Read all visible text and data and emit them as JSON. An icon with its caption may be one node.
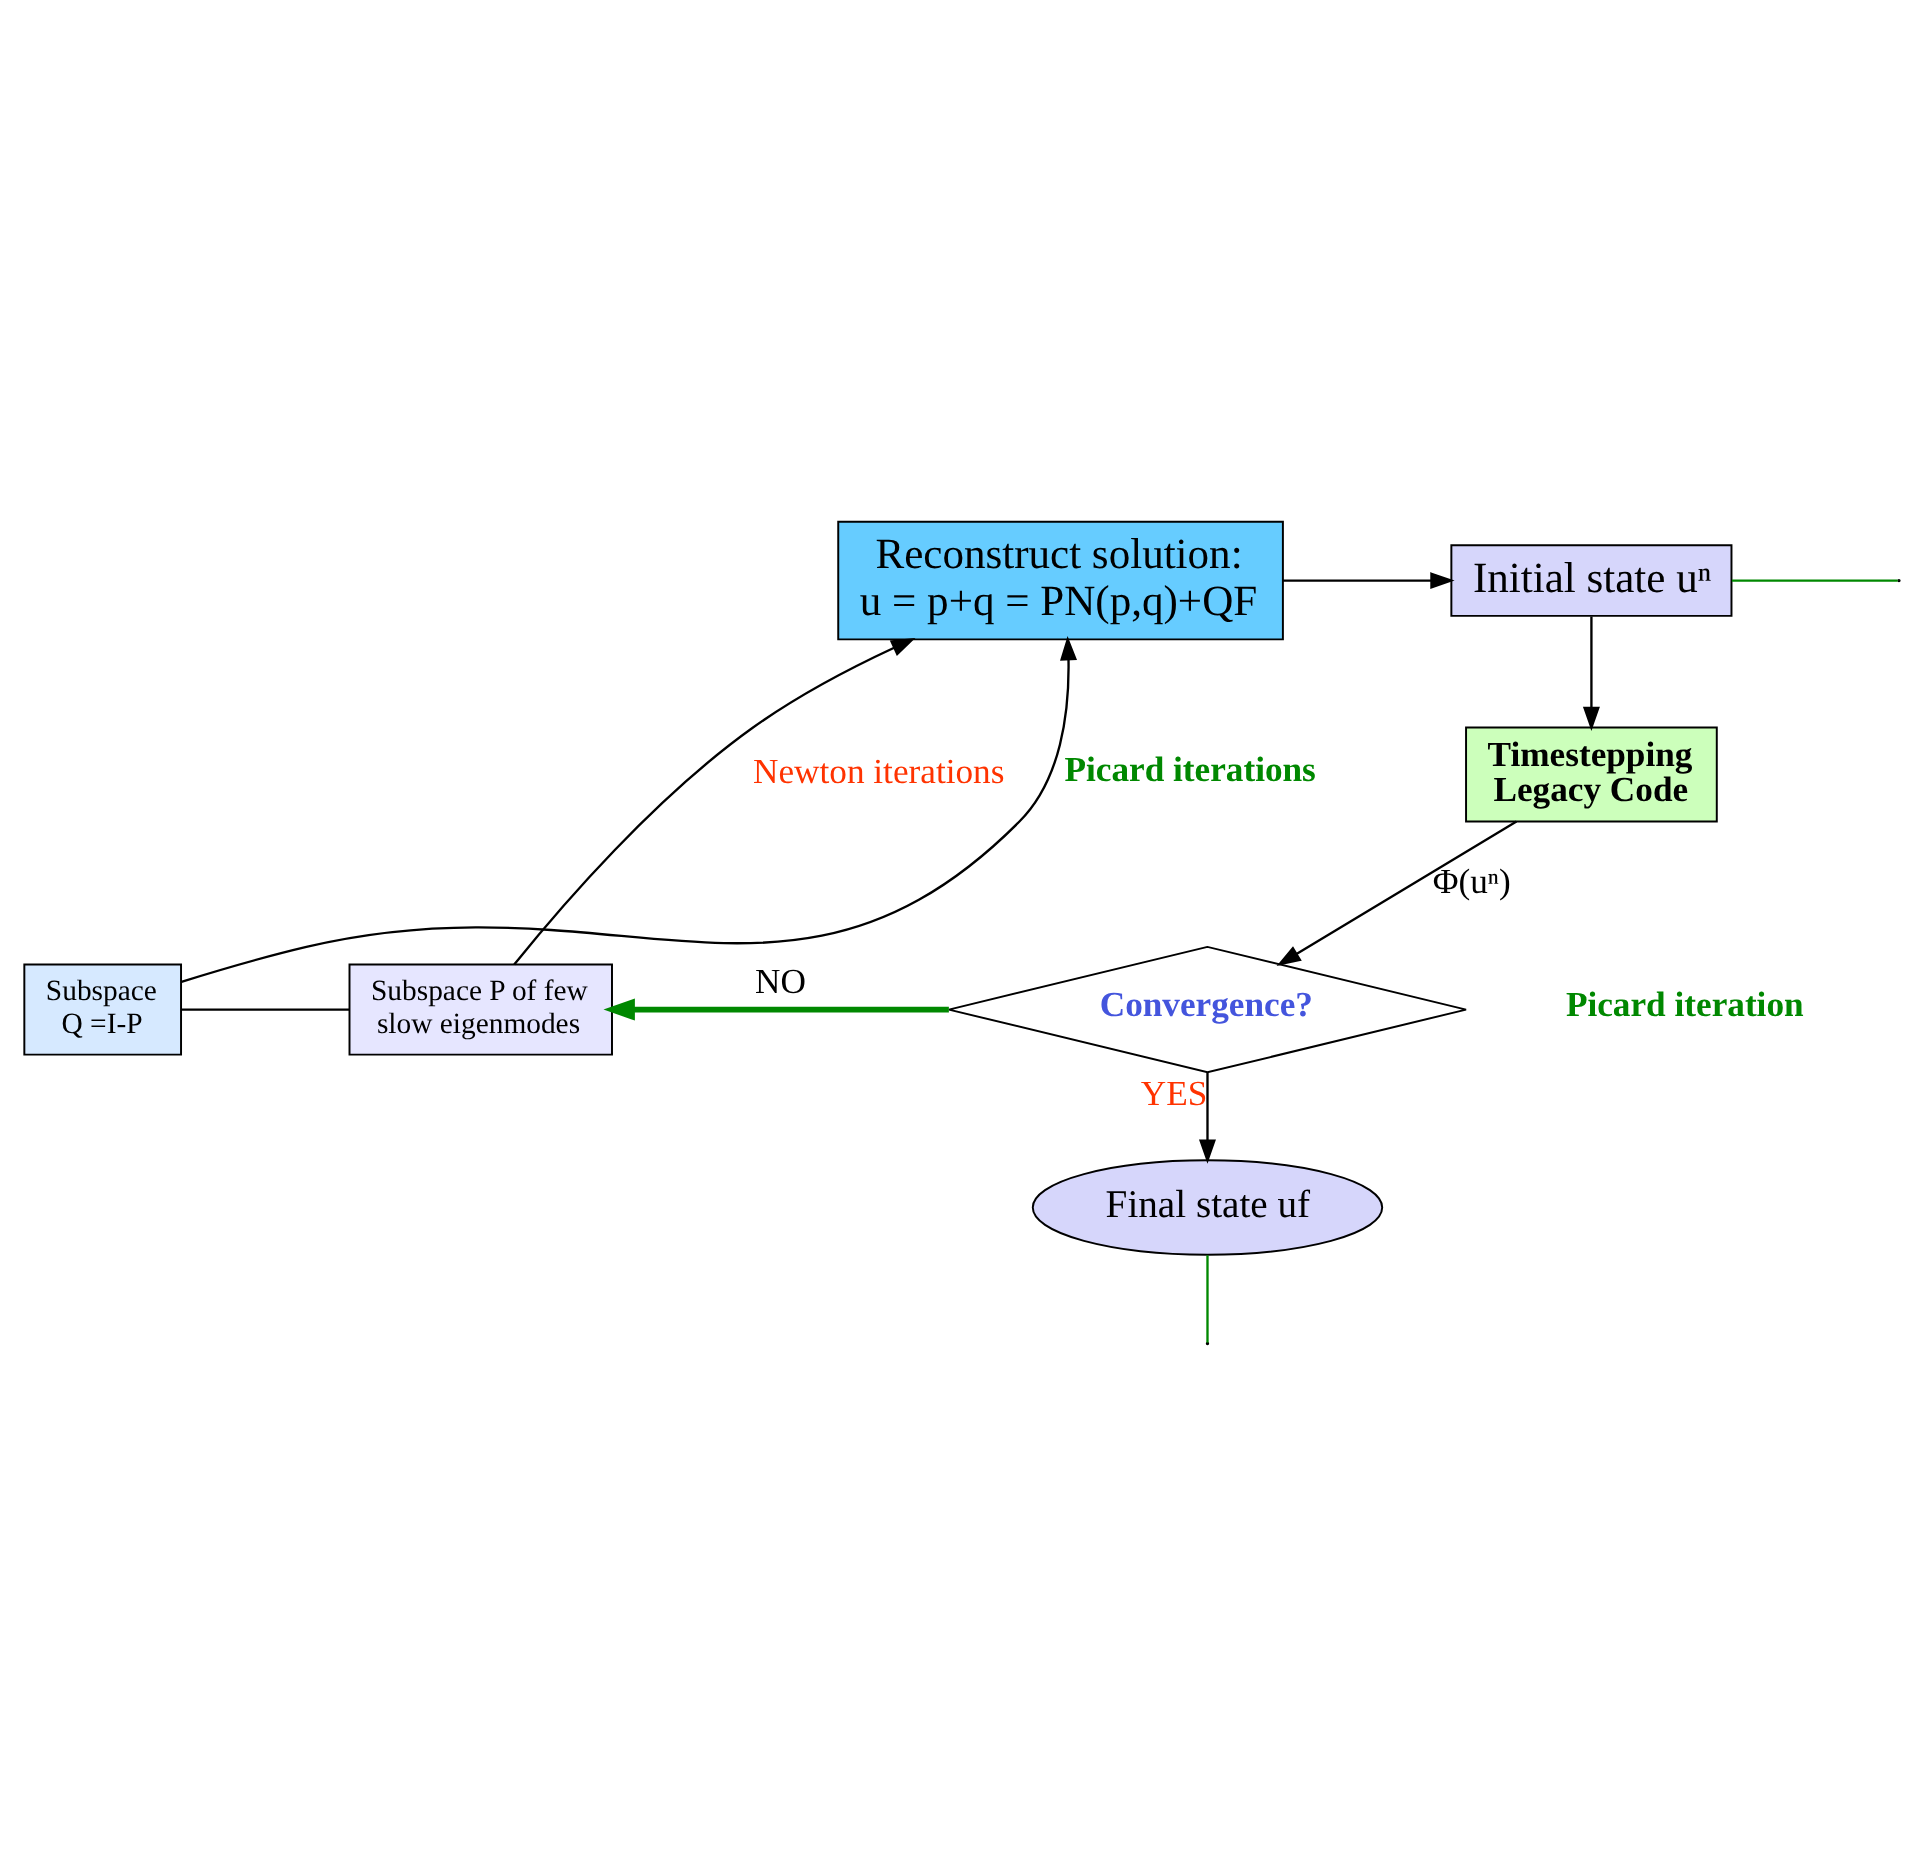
{
  "diagram": {
    "nodes": [
      {
        "text": [
          "Reconstruct solution: u = p+q = PN(p,q)+QF"
        ]
      },
      {
        "text": [
          "Initial state uⁿ"
        ]
      },
      {
        "text": [
          "Timestepping Legacy Code"
        ]
      },
      {
        "text": [
          "Convergence?"
        ]
      },
      {
        "text": [
          "Final state uf"
        ]
      },
      {
        "text": [
          "Subspace P of few slow eigenmodes"
        ]
      },
      {
        "text": [
          "Subspace Q =I-P"
        ]
      }
    ],
    "edges": [
      {
        "from": 0,
        "to": 1,
        "arrow": "to"
      },
      {
        "from": 1,
        "to": 2,
        "arrow": "to"
      },
      {
        "from": 2,
        "to": 3,
        "arrow": "to",
        "label": "Φ(uⁿ)"
      },
      {
        "from": 3,
        "to": 5,
        "arrow": "to",
        "label": "NO",
        "color": "#008800",
        "style": "thick"
      },
      {
        "from": 3,
        "to": 4,
        "arrow": "to",
        "label": "YES"
      },
      {
        "from": 6,
        "to": 0,
        "arrow": "to",
        "label": "Picard iterations"
      },
      {
        "from": 5,
        "to": 0,
        "arrow": "to",
        "label": "Newton iterations"
      },
      {
        "from": 6,
        "to": 5,
        "arrow": "none"
      },
      {
        "from": 1,
        "to": null,
        "arrow": "none",
        "color": "#008800"
      },
      {
        "from": 4,
        "to": null,
        "arrow": "none",
        "color": "#008800"
      }
    ],
    "labels": [
      "Picard iteration"
    ]
  }
}
